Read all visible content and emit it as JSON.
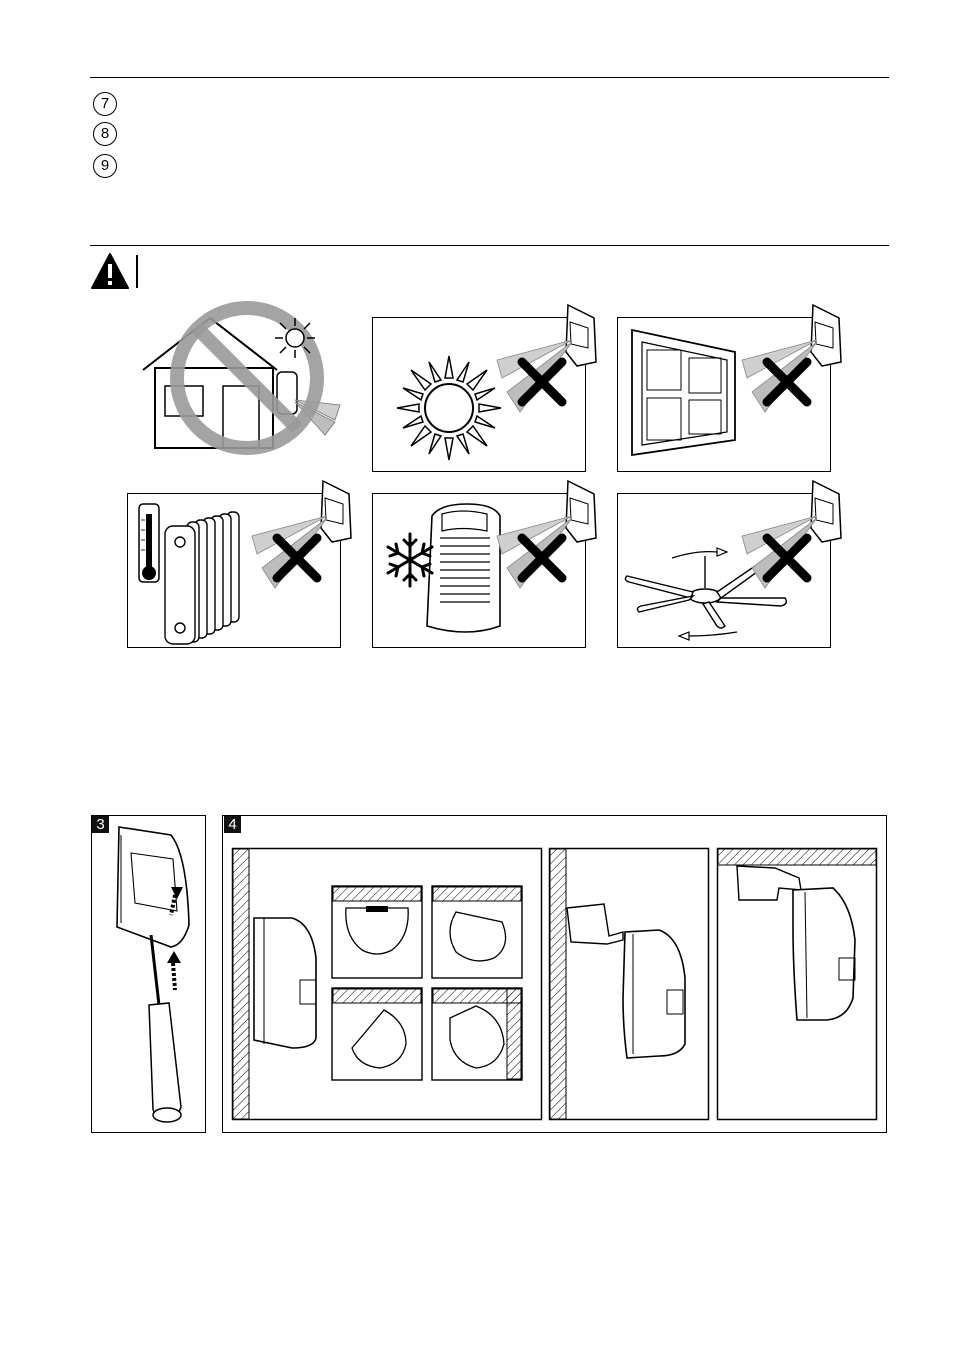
{
  "list_markers": [
    "7",
    "8",
    "9"
  ],
  "figure_labels": {
    "fig3": "3",
    "fig4": "4"
  },
  "icons": {
    "warning": "warning-triangle-icon",
    "no_entry": "prohibited-circle-icon",
    "cross": "cross-icon",
    "sun": "sun-icon",
    "snowflake": "snowflake-icon",
    "thermometer": "thermometer-icon"
  },
  "colors": {
    "line": "#000000",
    "beam_grey": "#bdbdbd",
    "prohibit_grey": "#9a9a9a",
    "label_bg": "#111111"
  }
}
